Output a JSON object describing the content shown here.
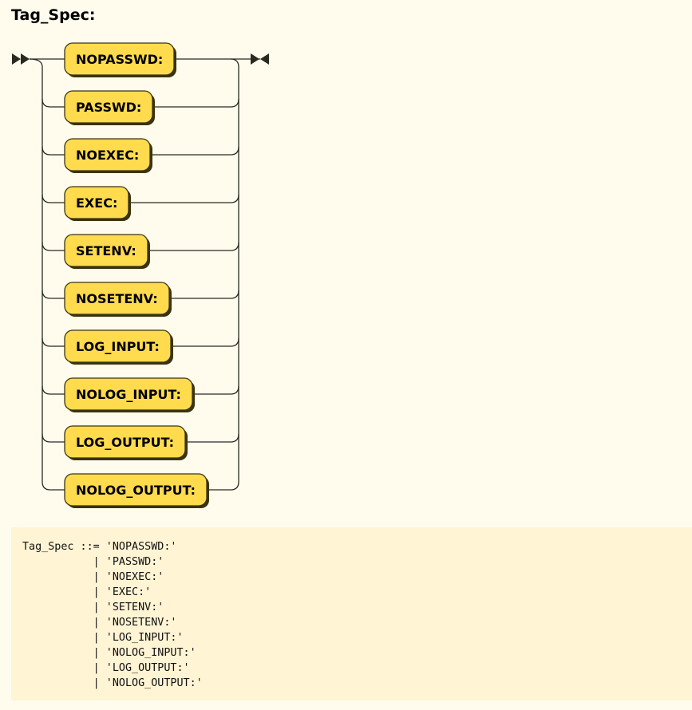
{
  "rule": {
    "name": "Tag_Spec:",
    "terminals": [
      "NOPASSWD:",
      "PASSWD:",
      "NOEXEC:",
      "EXEC:",
      "SETENV:",
      "NOSETENV:",
      "LOG_INPUT:",
      "NOLOG_INPUT:",
      "LOG_OUTPUT:",
      "NOLOG_OUTPUT:"
    ]
  },
  "ebnf": {
    "text": "Tag_Spec ::= 'NOPASSWD:'\n           | 'PASSWD:'\n           | 'NOEXEC:'\n           | 'EXEC:'\n           | 'SETENV:'\n           | 'NOSETENV:'\n           | 'LOG_INPUT:'\n           | 'NOLOG_INPUT:'\n           | 'LOG_OUTPUT:'\n           | 'NOLOG_OUTPUT:'"
  },
  "colors": {
    "background": "#fffcee",
    "terminal_fill": "#ffdb4d",
    "terminal_shadow": "#3a3310",
    "line": "#2a2a20",
    "ebnf_background": "#fff4d4"
  }
}
